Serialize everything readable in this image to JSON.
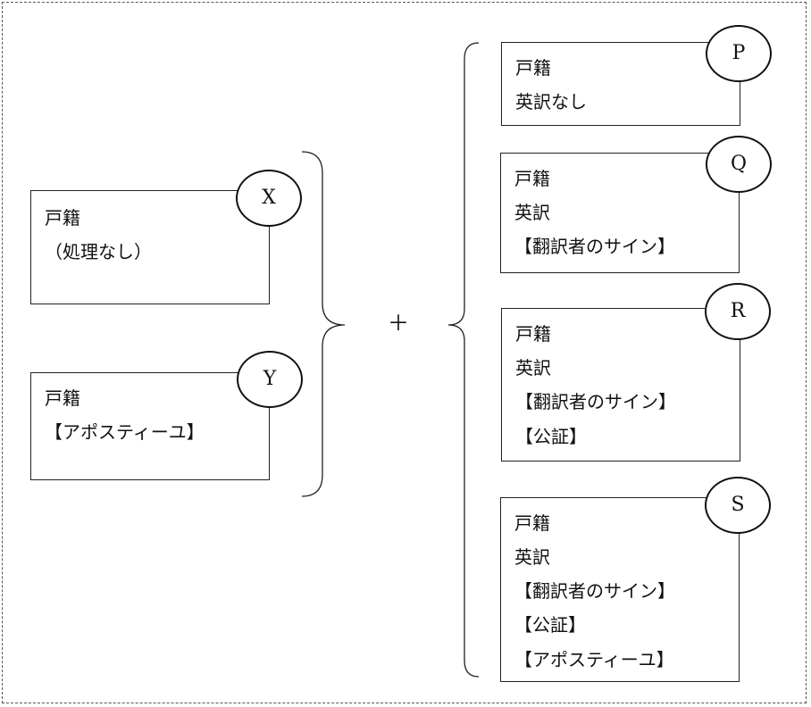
{
  "boxes": {
    "x": {
      "tag": "X",
      "lines": [
        "戸籍",
        "（処理なし）"
      ]
    },
    "y": {
      "tag": "Y",
      "lines": [
        "戸籍",
        "【アポスティーユ】"
      ]
    },
    "p": {
      "tag": "P",
      "lines": [
        "戸籍",
        "英訳なし"
      ]
    },
    "q": {
      "tag": "Q",
      "lines": [
        "戸籍",
        "英訳",
        "【翻訳者のサイン】"
      ]
    },
    "r": {
      "tag": "R",
      "lines": [
        "戸籍",
        "英訳",
        "【翻訳者のサイン】",
        "【公証】"
      ]
    },
    "s": {
      "tag": "S",
      "lines": [
        "戸籍",
        "英訳",
        "【翻訳者のサイン】",
        "【公証】",
        "【アポスティーユ】"
      ]
    }
  },
  "operator": "＋"
}
